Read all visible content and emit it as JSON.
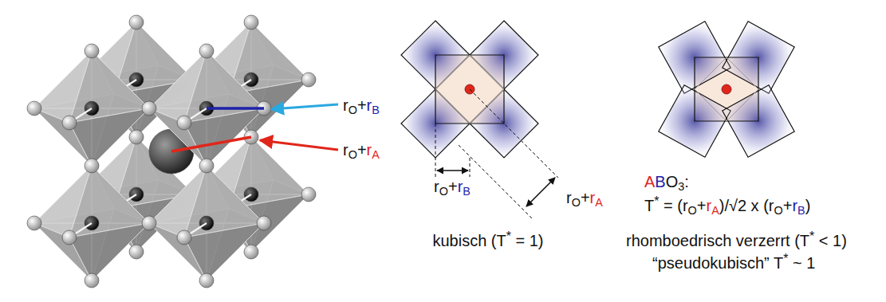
{
  "diagram": {
    "labels": [
      "rO+rB",
      "rO+rA",
      "rO+rB",
      "rO+rA",
      "kubisch (T* = 1)",
      "ABO3:",
      "T* = (rO+rA)/√2 x (rO+rB)",
      "rhomboedrisch verzerrt (T* < 1)",
      "“pseudokubisch” T* ~ 1"
    ]
  }
}
